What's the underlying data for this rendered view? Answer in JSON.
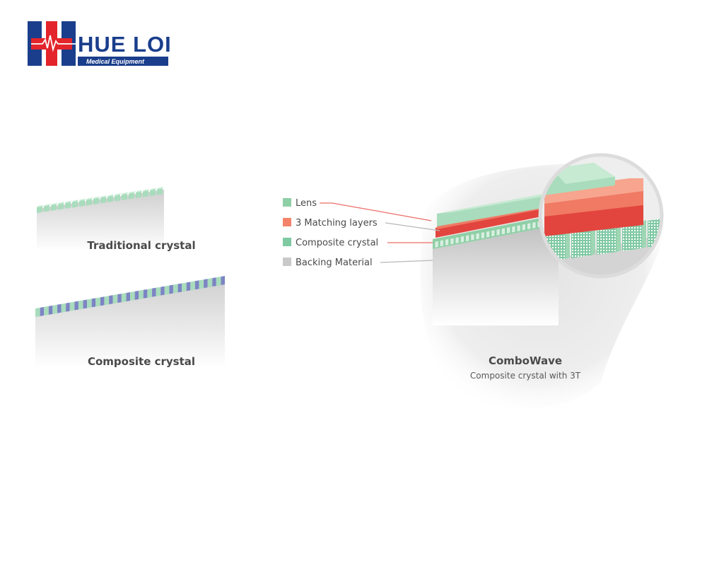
{
  "logo": {
    "brand": "HUE LOI",
    "tagline": "Medical Equipment",
    "colors": {
      "red": "#e3242b",
      "blue": "#1a3e8c"
    }
  },
  "diagrams": [
    {
      "id": "traditional",
      "caption": "Traditional crystal"
    },
    {
      "id": "composite",
      "caption": "Composite crystal"
    },
    {
      "id": "combowave",
      "caption": "ComboWave",
      "subcaption": "Composite crystal with 3T"
    }
  ],
  "legend": [
    {
      "label": "Lens",
      "color": "#8fcfa6"
    },
    {
      "label": "3 Matching layers",
      "color": "#f4836b"
    },
    {
      "label": "Composite crystal",
      "color": "#7fc9a3"
    },
    {
      "label": "Backing Material",
      "color": "#c9c9c9"
    }
  ],
  "colors": {
    "crystal_green": "#a8dcbc",
    "crystal_blue": "#7d84c4",
    "matching_light": "#f7a58e",
    "matching_mid": "#f07a64",
    "matching_dark": "#e2453e",
    "backing": "#dcdcdc",
    "pointer_red": "#ec6d67",
    "pointer_gray": "#b8b8b8"
  }
}
